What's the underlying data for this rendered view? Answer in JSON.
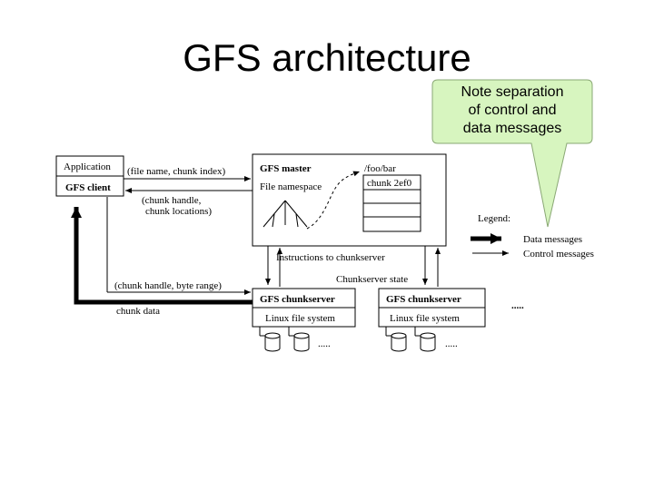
{
  "slide": {
    "title": "GFS architecture"
  },
  "callout": {
    "lines": [
      "Note separation",
      "of control and",
      "data messages"
    ],
    "fill": "#d7f5bf",
    "stroke": "#8aa875"
  },
  "client": {
    "application": "Application",
    "gfs_client": "GFS client"
  },
  "master": {
    "title": "GFS master",
    "namespace": "File namespace",
    "path": "/foo/bar",
    "chunk": "chunk 2ef0"
  },
  "messages": {
    "file_request": "(file name, chunk index)",
    "chunk_handle": "(chunk handle,",
    "chunk_locations": "chunk locations)",
    "byte_range": "(chunk handle, byte range)",
    "chunk_data": "chunk data",
    "instructions": "Instructions to chunkserver",
    "chunkserver_state": "Chunkserver state"
  },
  "chunkservers": [
    {
      "title": "GFS chunkserver",
      "fs": "Linux file system"
    },
    {
      "title": "GFS chunkserver",
      "fs": "Linux file system"
    }
  ],
  "more_marker": ".....",
  "legend": {
    "title": "Legend:",
    "data": "Data messages",
    "control": "Control messages"
  }
}
